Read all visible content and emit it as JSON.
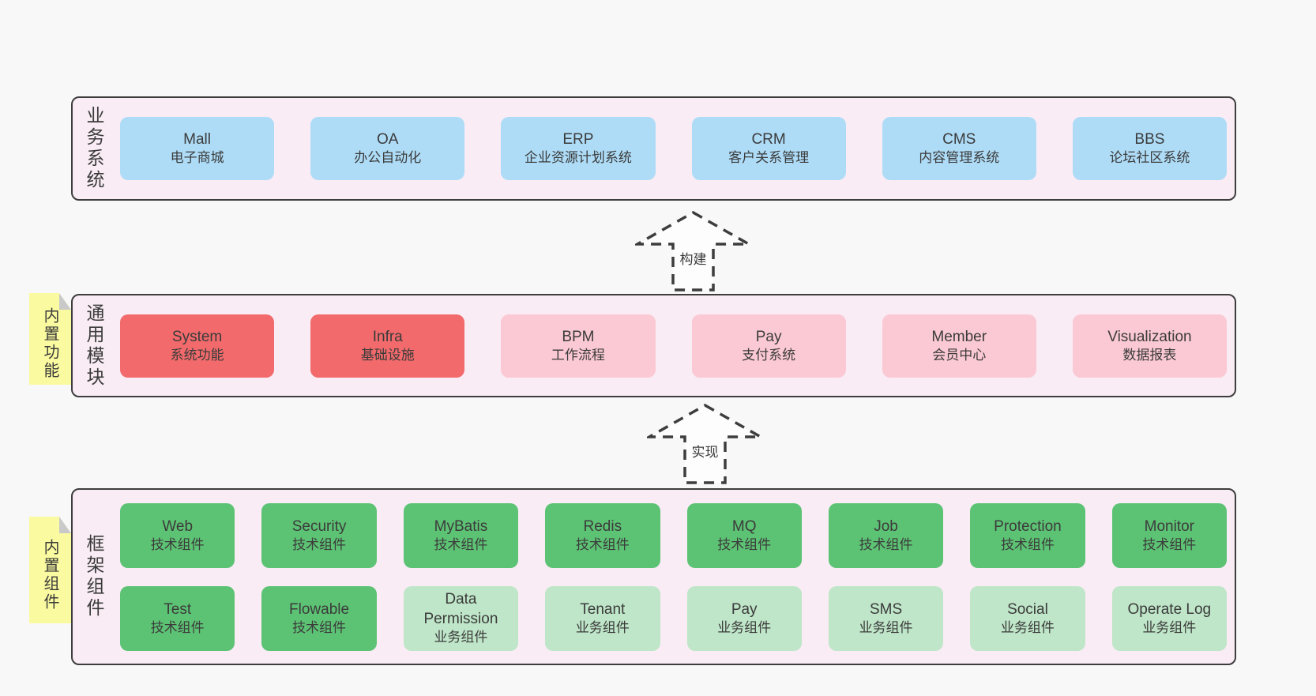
{
  "palette": {
    "page_bg": "#f8f8f8",
    "layer_bg": "#f9ecf5",
    "border": "#3d3d3d",
    "text": "#3b3b3b",
    "blue": "#aedcf7",
    "red": "#f26a6b",
    "pink": "#fbc9d3",
    "green": "#5dc374",
    "green_light": "#bfe6c8",
    "yellow": "#fafaa0",
    "fold_gray": "#c9c9c9"
  },
  "arrows": {
    "build": "构建",
    "implement": "实现"
  },
  "layers": {
    "business": {
      "label": "业务系统",
      "boxes": [
        {
          "name": "Mall",
          "desc": "电子商城"
        },
        {
          "name": "OA",
          "desc": "办公自动化"
        },
        {
          "name": "ERP",
          "desc": "企业资源计划系统"
        },
        {
          "name": "CRM",
          "desc": "客户关系管理"
        },
        {
          "name": "CMS",
          "desc": "内容管理系统"
        },
        {
          "name": "BBS",
          "desc": "论坛社区系统"
        }
      ]
    },
    "modules": {
      "label": "通用模块",
      "note": "内置功能",
      "boxes": [
        {
          "name": "System",
          "desc": "系统功能"
        },
        {
          "name": "Infra",
          "desc": "基础设施"
        },
        {
          "name": "BPM",
          "desc": "工作流程"
        },
        {
          "name": "Pay",
          "desc": "支付系统"
        },
        {
          "name": "Member",
          "desc": "会员中心"
        },
        {
          "name": "Visualization",
          "desc": "数据报表"
        }
      ]
    },
    "components": {
      "label": "框架组件",
      "note": "内置组件",
      "row1": [
        {
          "name": "Web",
          "desc": "技术组件"
        },
        {
          "name": "Security",
          "desc": "技术组件"
        },
        {
          "name": "MyBatis",
          "desc": "技术组件"
        },
        {
          "name": "Redis",
          "desc": "技术组件"
        },
        {
          "name": "MQ",
          "desc": "技术组件"
        },
        {
          "name": "Job",
          "desc": "技术组件"
        },
        {
          "name": "Protection",
          "desc": "技术组件"
        },
        {
          "name": "Monitor",
          "desc": "技术组件"
        }
      ],
      "row2": [
        {
          "name": "Test",
          "desc": "技术组件"
        },
        {
          "name": "Flowable",
          "desc": "技术组件"
        },
        {
          "name": "Data Permission",
          "desc": "业务组件"
        },
        {
          "name": "Tenant",
          "desc": "业务组件"
        },
        {
          "name": "Pay",
          "desc": "业务组件"
        },
        {
          "name": "SMS",
          "desc": "业务组件"
        },
        {
          "name": "Social",
          "desc": "业务组件"
        },
        {
          "name": "Operate Log",
          "desc": "业务组件"
        }
      ]
    }
  }
}
